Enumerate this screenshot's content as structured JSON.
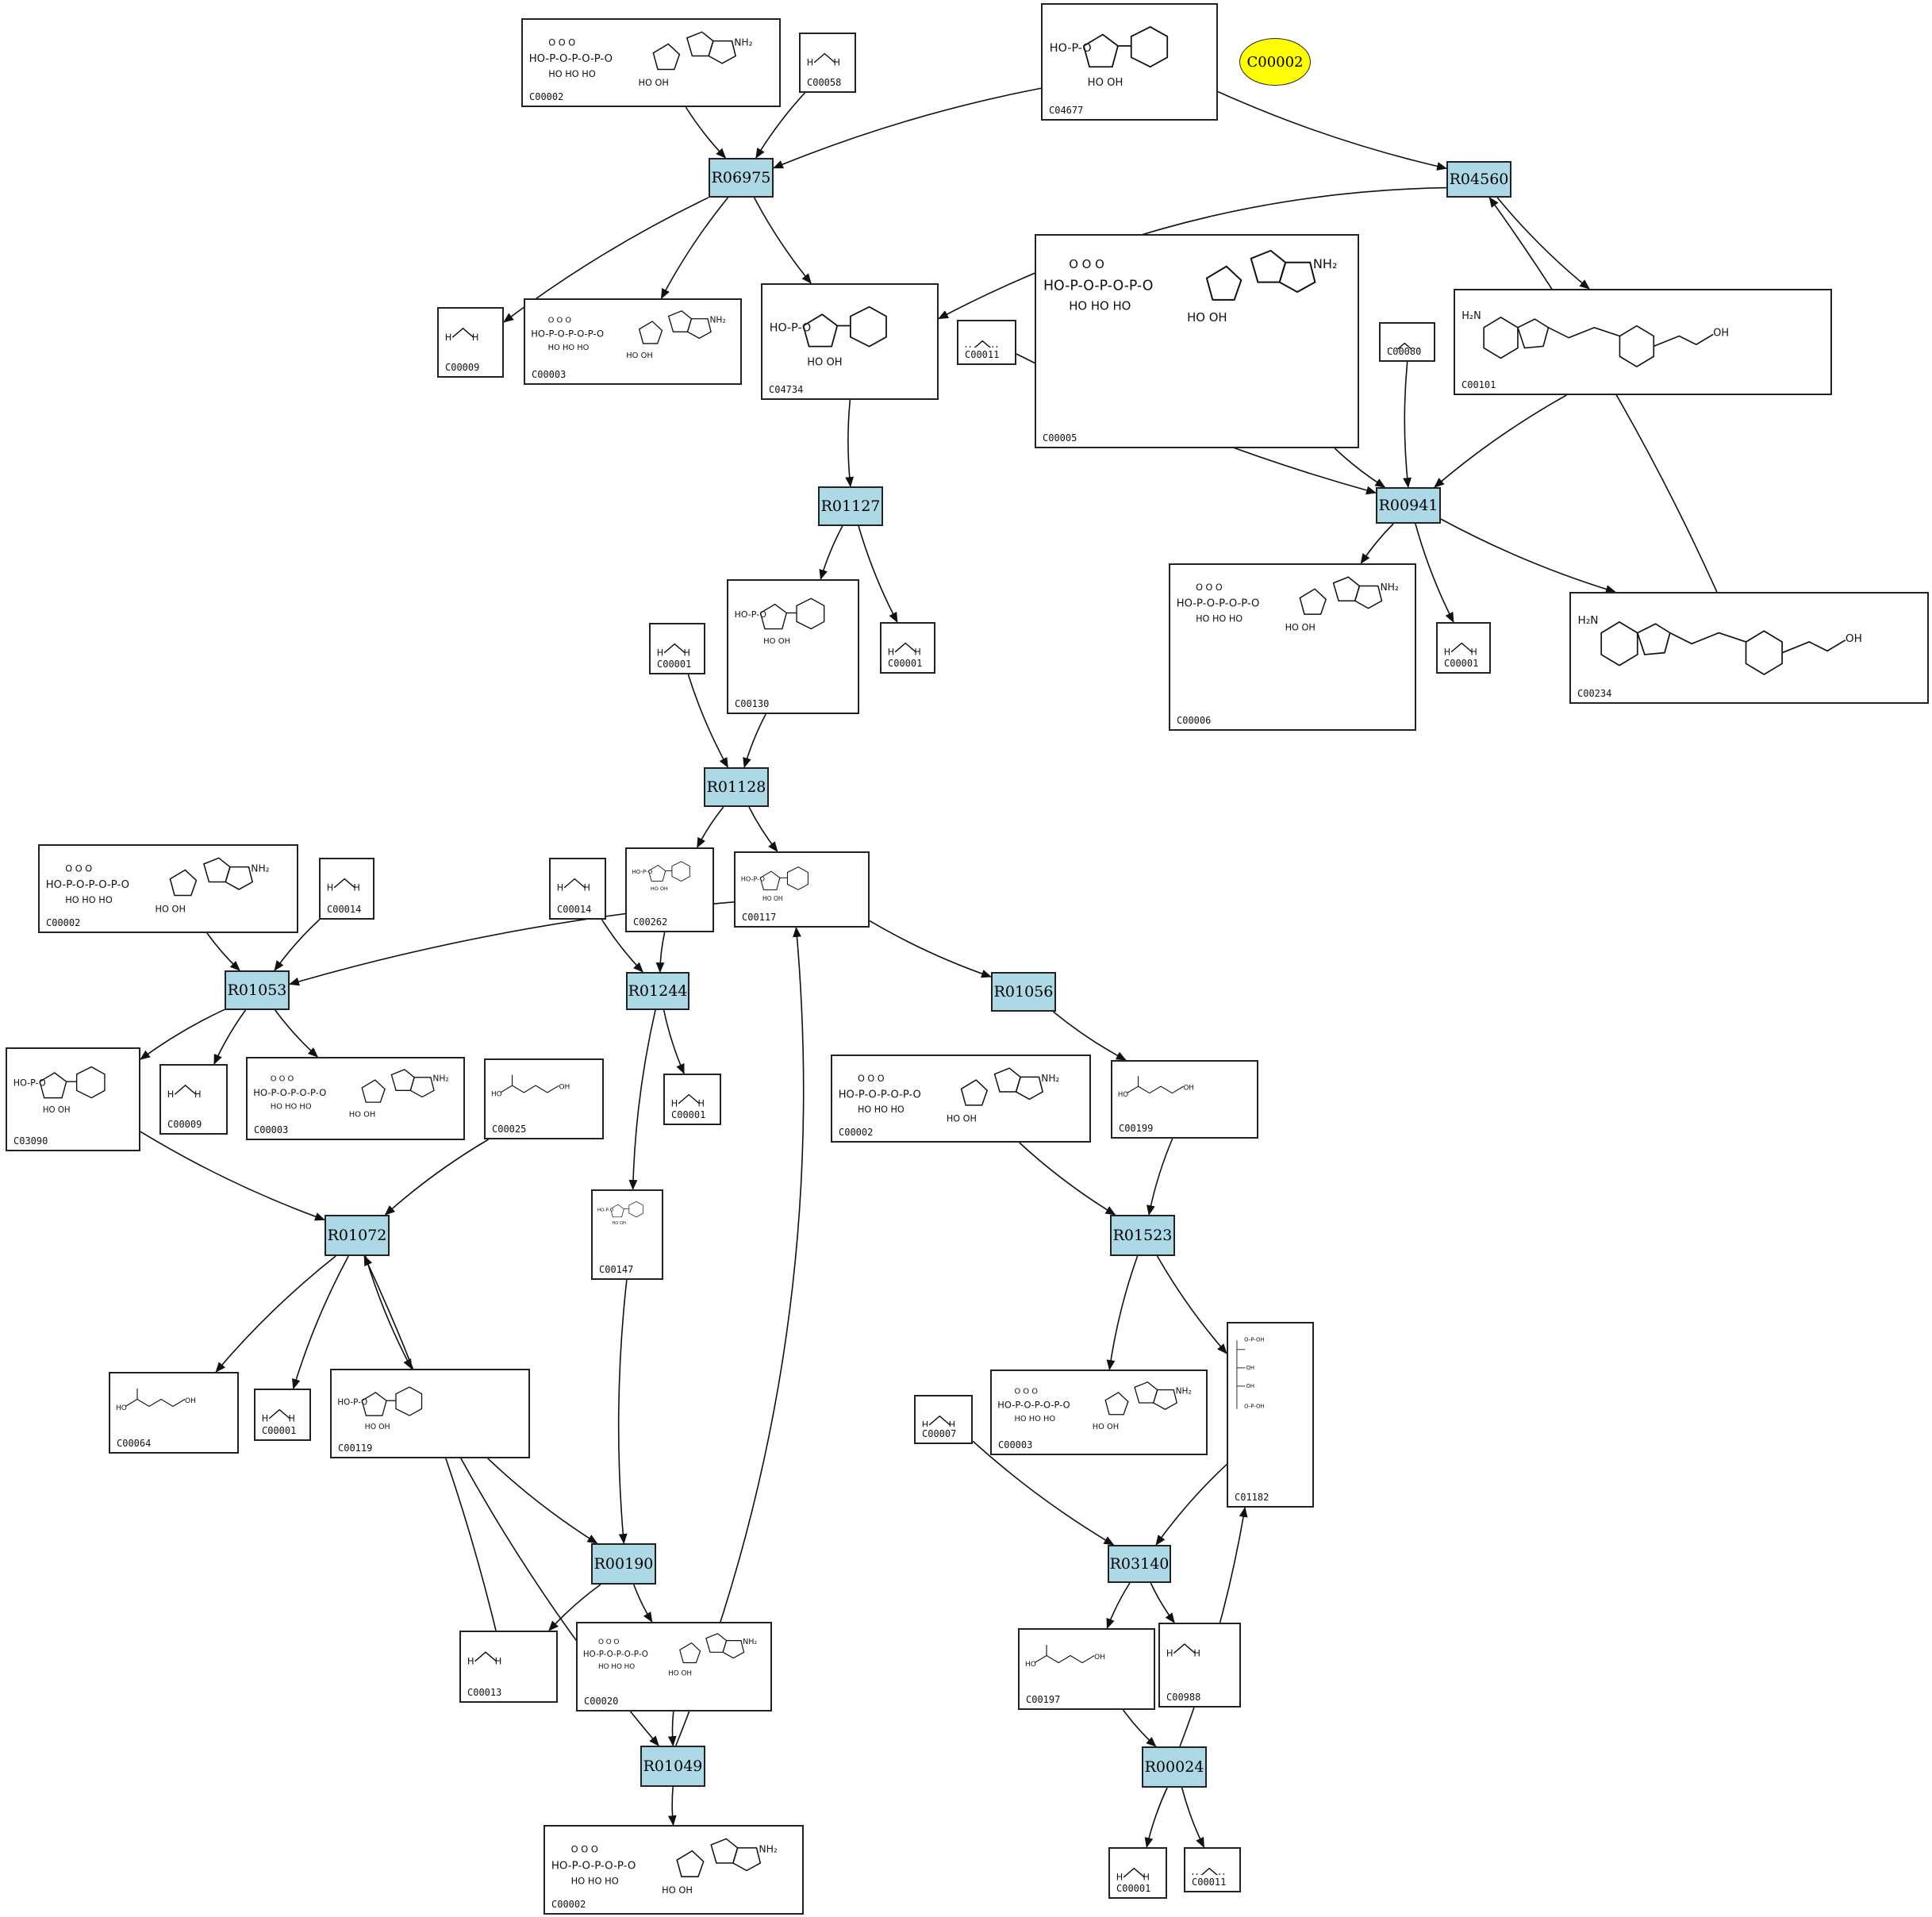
{
  "colors": {
    "reaction_fill": "#add8e6",
    "highlight_fill": "#ffff00",
    "edge": "#111111"
  },
  "highlight": {
    "label": "C00002"
  },
  "reactions": [
    {
      "id": "R06975",
      "label": "R06975"
    },
    {
      "id": "R04560",
      "label": "R04560"
    },
    {
      "id": "R01127",
      "label": "R01127"
    },
    {
      "id": "R00941",
      "label": "R00941"
    },
    {
      "id": "R01128",
      "label": "R01128"
    },
    {
      "id": "R01053",
      "label": "R01053"
    },
    {
      "id": "R01244",
      "label": "R01244"
    },
    {
      "id": "R01056",
      "label": "R01056"
    },
    {
      "id": "R01072",
      "label": "R01072"
    },
    {
      "id": "R01523",
      "label": "R01523"
    },
    {
      "id": "R00190",
      "label": "R00190"
    },
    {
      "id": "R03140",
      "label": "R03140"
    },
    {
      "id": "R01049",
      "label": "R01049"
    },
    {
      "id": "R00024",
      "label": "R00024"
    }
  ],
  "compounds": [
    {
      "id": "c1",
      "label": "C00002",
      "structure": "ATP"
    },
    {
      "id": "c2",
      "label": "C00058",
      "structure": "formate"
    },
    {
      "id": "c3",
      "label": "C04677",
      "structure": "AICAR"
    },
    {
      "id": "c4",
      "label": "C00009",
      "structure": "phosphate"
    },
    {
      "id": "c5",
      "label": "C00003",
      "structure": "ADP"
    },
    {
      "id": "c6",
      "label": "C04734",
      "structure": "FAICAR"
    },
    {
      "id": "c7",
      "label": "C00011",
      "structure": "CO2"
    },
    {
      "id": "c8",
      "label": "C00005",
      "structure": "NADPH"
    },
    {
      "id": "c9",
      "label": "C00080",
      "structure": "H+"
    },
    {
      "id": "c10",
      "label": "C00101",
      "structure": "THF"
    },
    {
      "id": "c11",
      "label": "C00130",
      "structure": "IMP"
    },
    {
      "id": "c12",
      "label": "C00001",
      "structure": "water"
    },
    {
      "id": "c13",
      "label": "C00001",
      "structure": "water"
    },
    {
      "id": "c14",
      "label": "C00006",
      "structure": "NADP+"
    },
    {
      "id": "c15",
      "label": "C00001",
      "structure": "water"
    },
    {
      "id": "c16",
      "label": "C00234",
      "structure": "10-formyl-THF"
    },
    {
      "id": "c17",
      "label": "C00002",
      "structure": "ATP"
    },
    {
      "id": "c18",
      "label": "C00014",
      "structure": "ammonia"
    },
    {
      "id": "c19",
      "label": "C00014",
      "structure": "ammonia"
    },
    {
      "id": "c20",
      "label": "C00262",
      "structure": "hypoxanthine"
    },
    {
      "id": "c21",
      "label": "C00117",
      "structure": "ribose-5P"
    },
    {
      "id": "c22",
      "label": "C03090",
      "structure": "PRA"
    },
    {
      "id": "c23",
      "label": "C00009",
      "structure": "phosphate"
    },
    {
      "id": "c24",
      "label": "C00003",
      "structure": "ADP"
    },
    {
      "id": "c25",
      "label": "C00025",
      "structure": "glutamate"
    },
    {
      "id": "c26",
      "label": "C00001",
      "structure": "water"
    },
    {
      "id": "c27",
      "label": "C00002",
      "structure": "ATP"
    },
    {
      "id": "c28",
      "label": "C00199",
      "structure": "ribulose-5P"
    },
    {
      "id": "c29",
      "label": "C00147",
      "structure": "adenine"
    },
    {
      "id": "c30",
      "label": "C00064",
      "structure": "glutamine"
    },
    {
      "id": "c31",
      "label": "C00001",
      "structure": "water"
    },
    {
      "id": "c32",
      "label": "C00119",
      "structure": "PRPP"
    },
    {
      "id": "c33",
      "label": "C00003",
      "structure": "ADP"
    },
    {
      "id": "c34",
      "label": "C00007",
      "structure": "oxygen"
    },
    {
      "id": "c35",
      "label": "C01182",
      "structure": "RuBP"
    },
    {
      "id": "c36",
      "label": "C00013",
      "structure": "pyrophosphate"
    },
    {
      "id": "c37",
      "label": "C00020",
      "structure": "AMP"
    },
    {
      "id": "c38",
      "label": "C00197",
      "structure": "3PG"
    },
    {
      "id": "c39",
      "label": "C00988",
      "structure": "2-phosphoglycolate"
    },
    {
      "id": "c40",
      "label": "C00002",
      "structure": "ATP"
    },
    {
      "id": "c41",
      "label": "C00001",
      "structure": "water"
    },
    {
      "id": "c42",
      "label": "C00011",
      "structure": "CO2"
    }
  ],
  "edges": [
    [
      "c1",
      "R06975"
    ],
    [
      "c2",
      "R06975"
    ],
    [
      "c3",
      "R06975"
    ],
    [
      "R06975",
      "c4"
    ],
    [
      "R06975",
      "c5"
    ],
    [
      "R06975",
      "c6"
    ],
    [
      "c3",
      "R04560"
    ],
    [
      "R04560",
      "c6"
    ],
    [
      "R04560",
      "c10"
    ],
    [
      "c16",
      "R04560"
    ],
    [
      "c6",
      "R01127"
    ],
    [
      "R01127",
      "c11"
    ],
    [
      "R01127",
      "c13"
    ],
    [
      "c7",
      "R00941"
    ],
    [
      "c8",
      "R00941"
    ],
    [
      "c9",
      "R00941"
    ],
    [
      "c10",
      "R00941"
    ],
    [
      "R00941",
      "c14"
    ],
    [
      "R00941",
      "c15"
    ],
    [
      "R00941",
      "c16"
    ],
    [
      "c12",
      "R01128"
    ],
    [
      "c11",
      "R01128"
    ],
    [
      "R01128",
      "c20"
    ],
    [
      "R01128",
      "c21"
    ],
    [
      "c17",
      "R01053"
    ],
    [
      "c18",
      "R01053"
    ],
    [
      "c21",
      "R01053"
    ],
    [
      "R01053",
      "c22"
    ],
    [
      "R01053",
      "c23"
    ],
    [
      "R01053",
      "c24"
    ],
    [
      "c19",
      "R01244"
    ],
    [
      "c20",
      "R01244"
    ],
    [
      "R01244",
      "c26"
    ],
    [
      "R01244",
      "c29"
    ],
    [
      "c21",
      "R01056"
    ],
    [
      "R01056",
      "c28"
    ],
    [
      "c22",
      "R01072"
    ],
    [
      "c25",
      "R01072"
    ],
    [
      "c36",
      "R01072"
    ],
    [
      "R01072",
      "c30"
    ],
    [
      "R01072",
      "c31"
    ],
    [
      "R01072",
      "c32"
    ],
    [
      "c27",
      "R01523"
    ],
    [
      "c28",
      "R01523"
    ],
    [
      "R01523",
      "c33"
    ],
    [
      "R01523",
      "c35"
    ],
    [
      "c32",
      "R00190"
    ],
    [
      "c29",
      "R00190"
    ],
    [
      "R00190",
      "c36"
    ],
    [
      "R00190",
      "c37"
    ],
    [
      "c34",
      "R03140"
    ],
    [
      "c35",
      "R03140"
    ],
    [
      "R03140",
      "c38"
    ],
    [
      "R03140",
      "c39"
    ],
    [
      "c37",
      "R01049"
    ],
    [
      "c32",
      "R01049"
    ],
    [
      "R01049",
      "c40"
    ],
    [
      "R01049",
      "c21"
    ],
    [
      "c38",
      "R00024"
    ],
    [
      "R00024",
      "c41"
    ],
    [
      "R00024",
      "c42"
    ],
    [
      "R00024",
      "c35"
    ]
  ]
}
